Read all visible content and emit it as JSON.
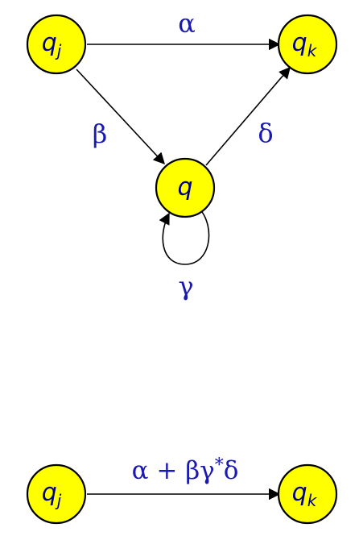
{
  "top_diagram": {
    "states": {
      "qj": {
        "base": "q",
        "sub": "j"
      },
      "qk": {
        "base": "q",
        "sub": "k"
      },
      "q": {
        "base": "q",
        "sub": ""
      }
    },
    "edges": {
      "qj_to_qk": "α",
      "qj_to_q": "β",
      "q_to_qk": "δ",
      "q_loop": "γ"
    }
  },
  "bottom_diagram": {
    "states": {
      "qj": {
        "base": "q",
        "sub": "j"
      },
      "qk": {
        "base": "q",
        "sub": "k"
      }
    },
    "edge_label": {
      "alpha": "α",
      "plus": "+",
      "beta": "β",
      "gamma": "γ",
      "star": "*",
      "delta": "δ"
    }
  },
  "colors": {
    "node_fill": "#ffff00",
    "node_stroke": "#000000",
    "label_color": "#1a1ab0",
    "edge_color": "#000000"
  }
}
